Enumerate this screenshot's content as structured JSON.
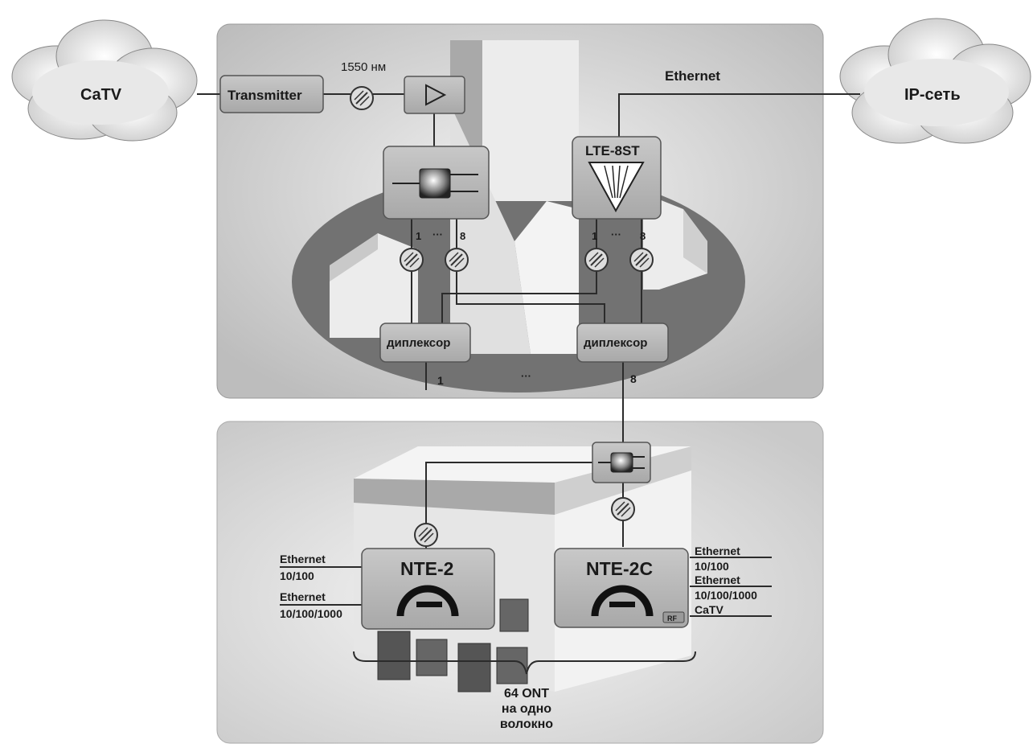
{
  "clouds": {
    "catv": "CaTV",
    "ip": "IP-сеть"
  },
  "transmitter": "Transmitter",
  "wavelength": "1550 нм",
  "ethernet_uplink": "Ethernet",
  "olt": {
    "name": "LTE-8ST",
    "port_first": "1",
    "port_dots": "···",
    "port_last": "8"
  },
  "splitter_ports": {
    "port_first": "1",
    "port_dots": "···",
    "port_last": "8"
  },
  "diplexers": {
    "left": "диплексор",
    "right": "диплексор"
  },
  "outputs": {
    "first": "1",
    "dots": "···",
    "last": "8"
  },
  "ont_left": {
    "name": "NTE-2",
    "port1_a": "Ethernet",
    "port1_b": "10/100",
    "port2_a": "Ethernet",
    "port2_b": "10/100/1000"
  },
  "ont_right": {
    "name": "NTE-2C",
    "port1_a": "Ethernet",
    "port1_b": "10/100",
    "port2_a": "Ethernet",
    "port2_b": "10/100/1000",
    "port3": "CaTV",
    "rf_badge": "RF"
  },
  "ont_count": {
    "line1": "64 ONT",
    "line2": "на одно",
    "line3": "волокно"
  },
  "colors": {
    "panel": "#cfcfcf",
    "box": "#b4b4b4",
    "building": "#e6e6e6",
    "ellipse": "#707070"
  }
}
